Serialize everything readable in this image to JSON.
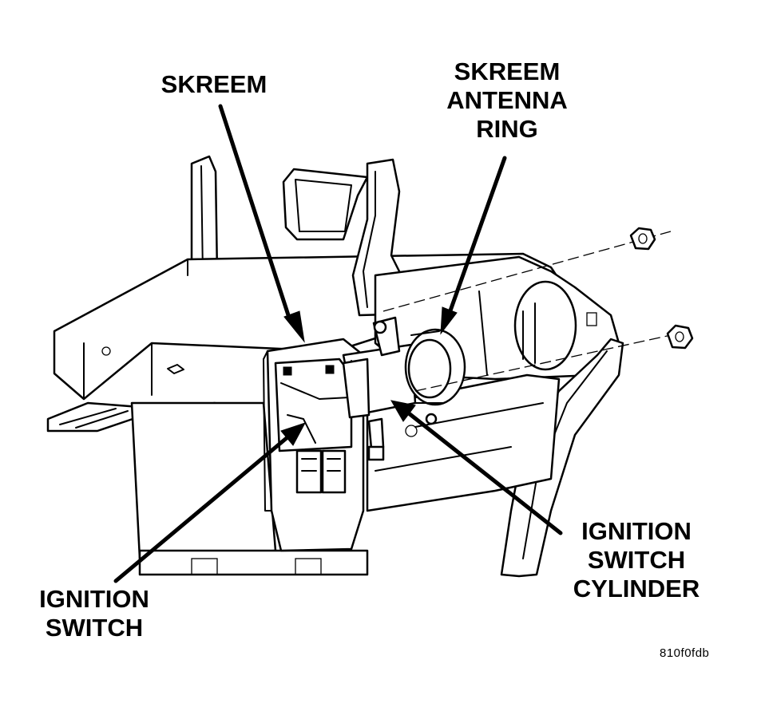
{
  "labels": {
    "skreem": "SKREEM",
    "antenna_ring": [
      "SKREEM",
      "ANTENNA",
      "RING"
    ],
    "ignition_switch": [
      "IGNITION",
      "SWITCH"
    ],
    "ignition_switch_cylinder": [
      "IGNITION",
      "SWITCH",
      "CYLINDER"
    ]
  },
  "figure_code": "810f0fdb",
  "colors": {
    "ink": "#000000",
    "paper": "#ffffff"
  }
}
